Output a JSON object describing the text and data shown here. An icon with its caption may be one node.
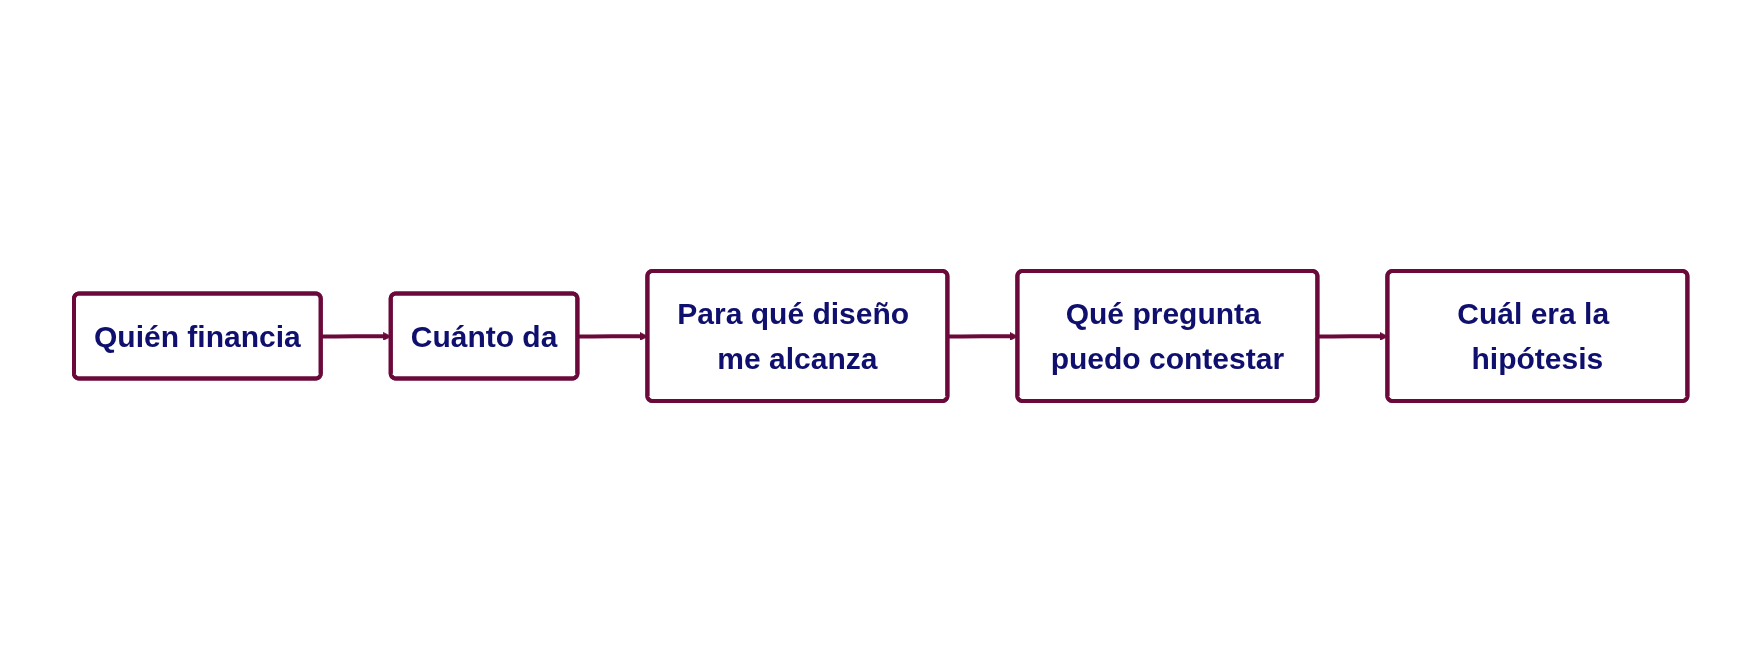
{
  "diagram": {
    "nodes": [
      {
        "text": [
          "Quién financia"
        ]
      },
      {
        "text": [
          "Cuánto da"
        ]
      },
      {
        "text": [
          "Para qué diseño me alcanza"
        ]
      },
      {
        "text": [
          "Qué pregunta puedo contestar"
        ]
      },
      {
        "text": [
          "Cuál era la hipótesis"
        ]
      }
    ],
    "edges": [
      {
        "from": 0,
        "to": 1,
        "arrow": "to"
      },
      {
        "from": 1,
        "to": 2,
        "arrow": "to"
      },
      {
        "from": 2,
        "to": 3,
        "arrow": "to"
      },
      {
        "from": 3,
        "to": 4,
        "arrow": "to"
      }
    ]
  }
}
